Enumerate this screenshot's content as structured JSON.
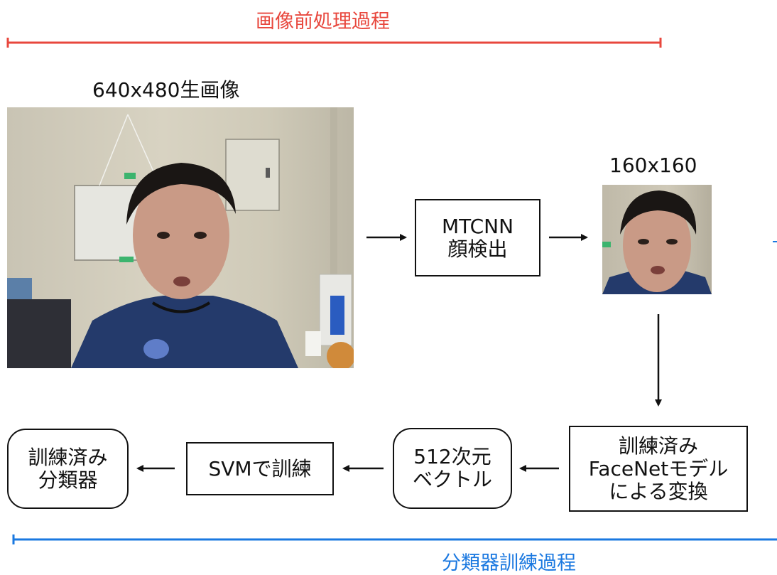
{
  "process_preprocessing": {
    "label": "画像前処理過程",
    "color": "#e8473d"
  },
  "process_training": {
    "label": "分類器訓練過程",
    "color": "#1a78e0"
  },
  "raw_image": {
    "label": "640x480生画像"
  },
  "crop_image": {
    "label": "160x160"
  },
  "nodes": {
    "mtcnn": {
      "line1": "MTCNN",
      "line2": "顔検出"
    },
    "facenet": {
      "line1": "訓練済み",
      "line2": "FaceNetモデル",
      "line3": "による変換"
    },
    "vector": {
      "line1": "512次元",
      "line2": "ベクトル"
    },
    "svm": {
      "line1": "SVMで訓練"
    },
    "classifier": {
      "line1": "訓練済み",
      "line2": "分類器"
    }
  }
}
